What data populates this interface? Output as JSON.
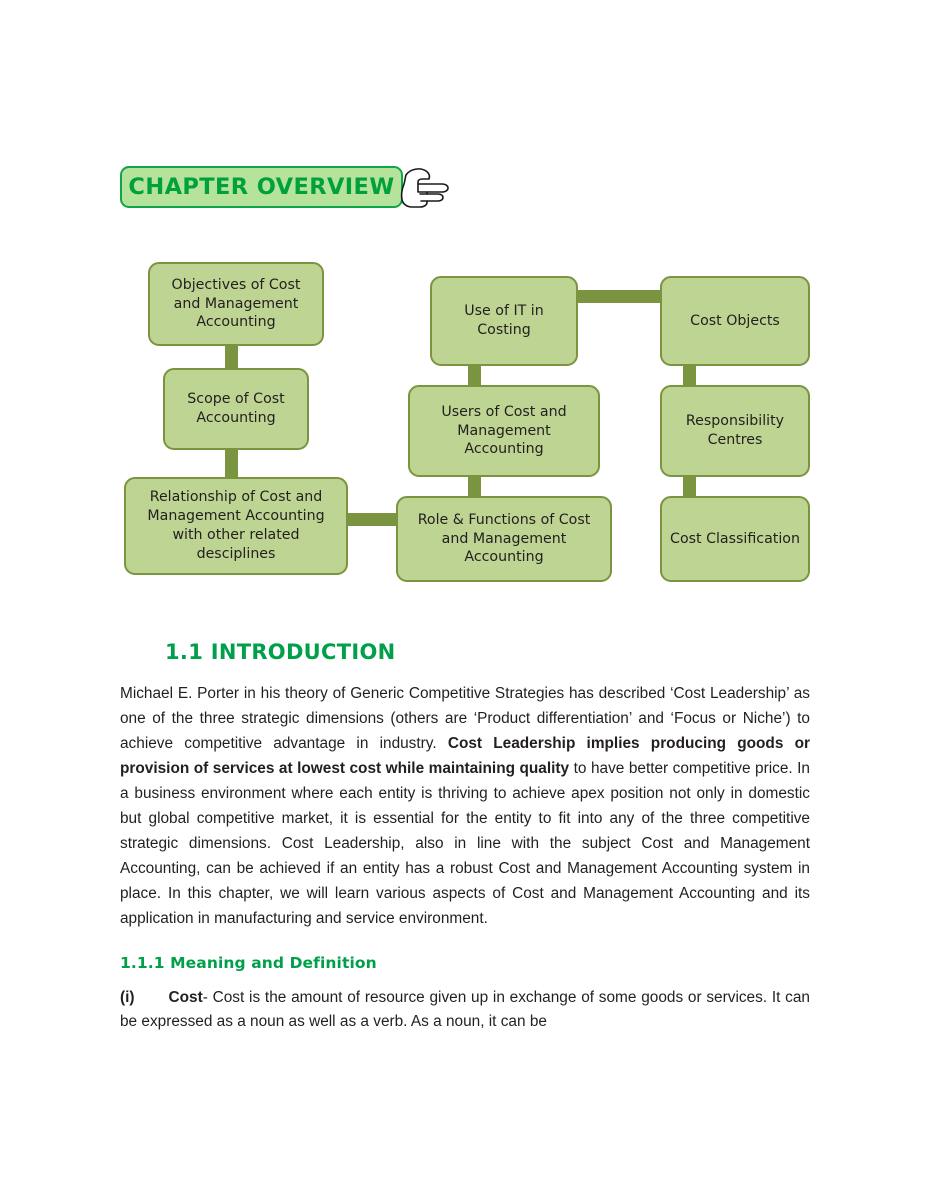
{
  "banner": {
    "label": "CHAPTER OVERVIEW",
    "hand_icon": "pointing-hand-right-icon",
    "fill_color": "#b6e39c",
    "border_color": "#0fa64a",
    "text_color": "#00a03c"
  },
  "diagram": {
    "node_fill": "#bed492",
    "node_border": "#7a9440",
    "connector_color": "#7a9440",
    "nodes": [
      {
        "id": "objectives",
        "label": "Objectives of Cost and Management Accounting"
      },
      {
        "id": "scope",
        "label": "Scope of Cost Accounting"
      },
      {
        "id": "relationship",
        "label": "Relationship of  Cost and Management Accounting with other related desciplines"
      },
      {
        "id": "use_it",
        "label": "Use of IT in Costing"
      },
      {
        "id": "users",
        "label": "Users of Cost and Management Accounting"
      },
      {
        "id": "role_functions",
        "label": "Role & Functions of Cost and Management Accounting"
      },
      {
        "id": "cost_objects",
        "label": "Cost Objects"
      },
      {
        "id": "responsibility",
        "label": "Responsibility Centres"
      },
      {
        "id": "cost_classification",
        "label": "Cost Classification"
      }
    ]
  },
  "content": {
    "section_heading": "1.1 INTRODUCTION",
    "intro_paragraph": {
      "part1": "Michael E. Porter in his theory of Generic Competitive Strategies has described ‘Cost Leadership’ as one of the three strategic dimensions (others are ‘Product differentiation’ and ‘Focus or Niche’) to achieve competitive advantage in industry. ",
      "bold1": "Cost Leadership implies producing goods or provision of services at lowest cost while maintaining quality",
      "part2": " to have better competitive price. In a business environment where each entity is thriving to achieve apex position not only in domestic but global competitive market, it is essential for the entity to fit into any of the three competitive strategic dimensions. Cost Leadership, also in line with the subject Cost and Management Accounting, can be achieved if an entity has a robust Cost and Management Accounting system in place. In this chapter, we will learn various aspects of Cost and Management Accounting and its application in manufacturing and service environment."
    },
    "sub_heading": "1.1.1 Meaning and Definition",
    "definition_paragraph": {
      "marker": "(i)",
      "term": "Cost",
      "text": "- Cost is the amount of resource given up in exchange of some goods or services.  It can be expressed as a noun as well as a verb. As a noun, it can be"
    },
    "heading_color": "#00a04a"
  }
}
